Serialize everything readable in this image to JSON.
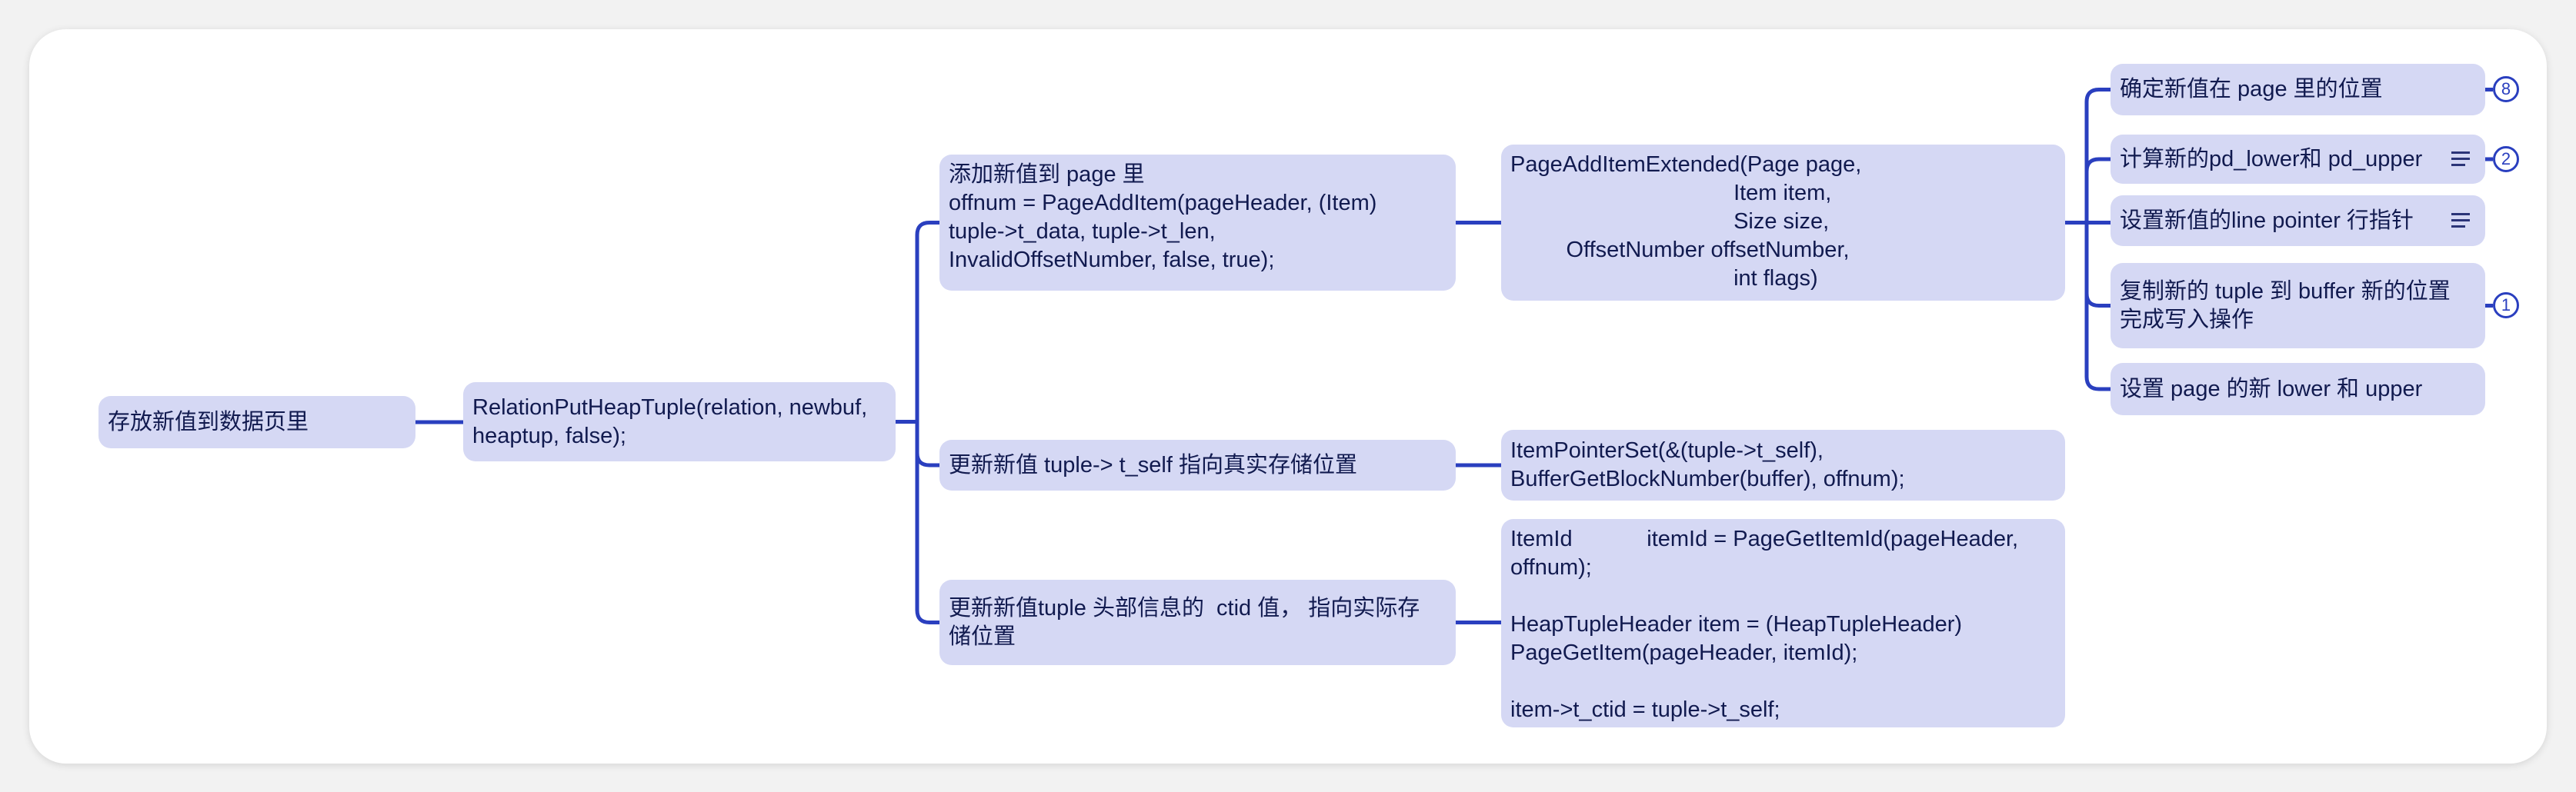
{
  "root": {
    "label": "存放新值到数据页里"
  },
  "level1": {
    "label": "RelationPutHeapTuple(relation, newbuf,\nheaptup, false);"
  },
  "level2": [
    {
      "label": "添加新值到 page 里\noffnum = PageAddItem(pageHeader, (Item)\ntuple->t_data, tuple->t_len,\nInvalidOffsetNumber, false, true);"
    },
    {
      "label": "更新新值 tuple-> t_self 指向真实存储位置"
    },
    {
      "label": "更新新值tuple 头部信息的  ctid 值， 指向实际存\n储位置"
    }
  ],
  "level3": [
    {
      "label": "PageAddItemExtended(Page page,\n                                    Item item,\n                                    Size size,\n         OffsetNumber offsetNumber,\n                                    int flags)"
    },
    {
      "label": "ItemPointerSet(&(tuple->t_self),\nBufferGetBlockNumber(buffer), offnum);"
    },
    {
      "label": "ItemId            itemId = PageGetItemId(pageHeader,\noffnum);\n\nHeapTupleHeader item = (HeapTupleHeader)\nPageGetItem(pageHeader, itemId);\n\nitem->t_ctid = tuple->t_self;"
    }
  ],
  "leaves": [
    {
      "label": "确定新值在 page 里的位置",
      "badge": "8",
      "note": false
    },
    {
      "label": "计算新的pd_lower和 pd_upper",
      "badge": "2",
      "note": true
    },
    {
      "label": "设置新值的line pointer 行指针",
      "badge": null,
      "note": true
    },
    {
      "label": "复制新的 tuple 到 buffer 新的位置\n完成写入操作",
      "badge": "1",
      "note": false
    },
    {
      "label": "设置 page 的新 lower 和 upper",
      "badge": null,
      "note": false
    }
  ],
  "colors": {
    "line": "#2a3fbf",
    "node": "#d5d8f4",
    "text": "#111a4f"
  }
}
